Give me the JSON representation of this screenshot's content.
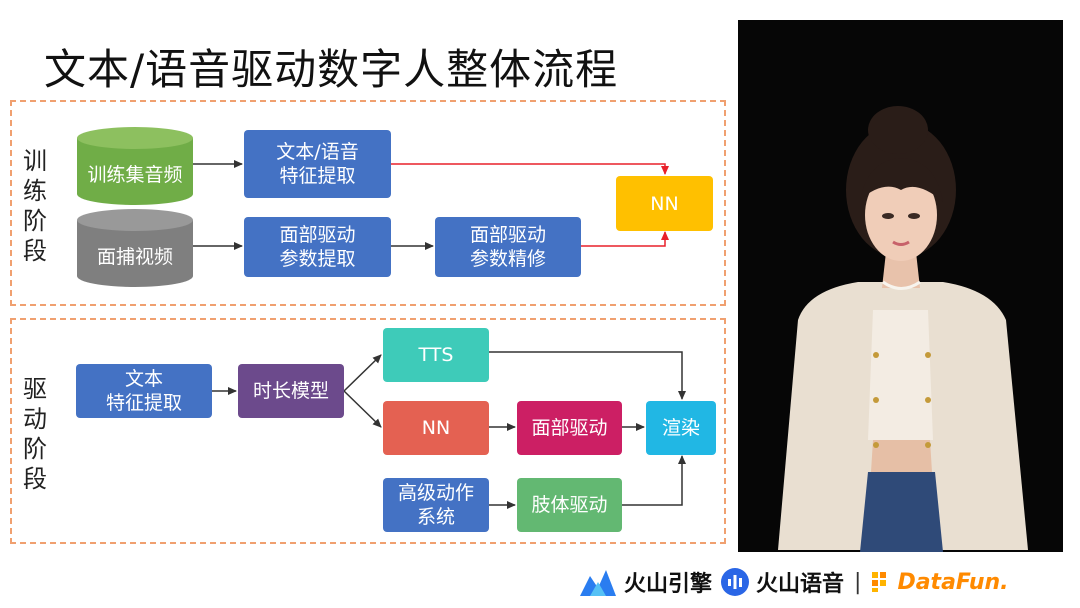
{
  "title": "文本/语音驱动数字人整体流程",
  "training": {
    "label": "训练阶段",
    "cyl_audio": "训练集音频",
    "cyl_video": "面捕视频",
    "feat_extract": "文本/语音\n特征提取",
    "face_param_extract": "面部驱动\n参数提取",
    "face_param_refine": "面部驱动\n参数精修",
    "nn": "NN"
  },
  "driving": {
    "label": "驱动阶段",
    "text_feat": "文本\n特征提取",
    "duration_model": "时长模型",
    "tts": "TTS",
    "nn": "NN",
    "face_drive": "面部驱动",
    "render": "渲染",
    "advanced_motion": "高级动作\n系统",
    "body_drive": "肢体驱动"
  },
  "footer": {
    "brand1": "火山引擎",
    "brand2": "火山语音",
    "separator": "|",
    "brand3": "DataFun."
  },
  "colors": {
    "blue": "#4472c4",
    "teal": "#3ecbb9",
    "red": "#e46152",
    "yellow": "#ffc000",
    "purple": "#6c4a8c",
    "magenta": "#cc1f64",
    "cyan": "#21b7e4",
    "green": "#63b872",
    "cyl_green": "#70ad47",
    "cyl_gray": "#7f7f7f",
    "section_border": "#f0a070",
    "arrow_red": "#e8202a"
  }
}
